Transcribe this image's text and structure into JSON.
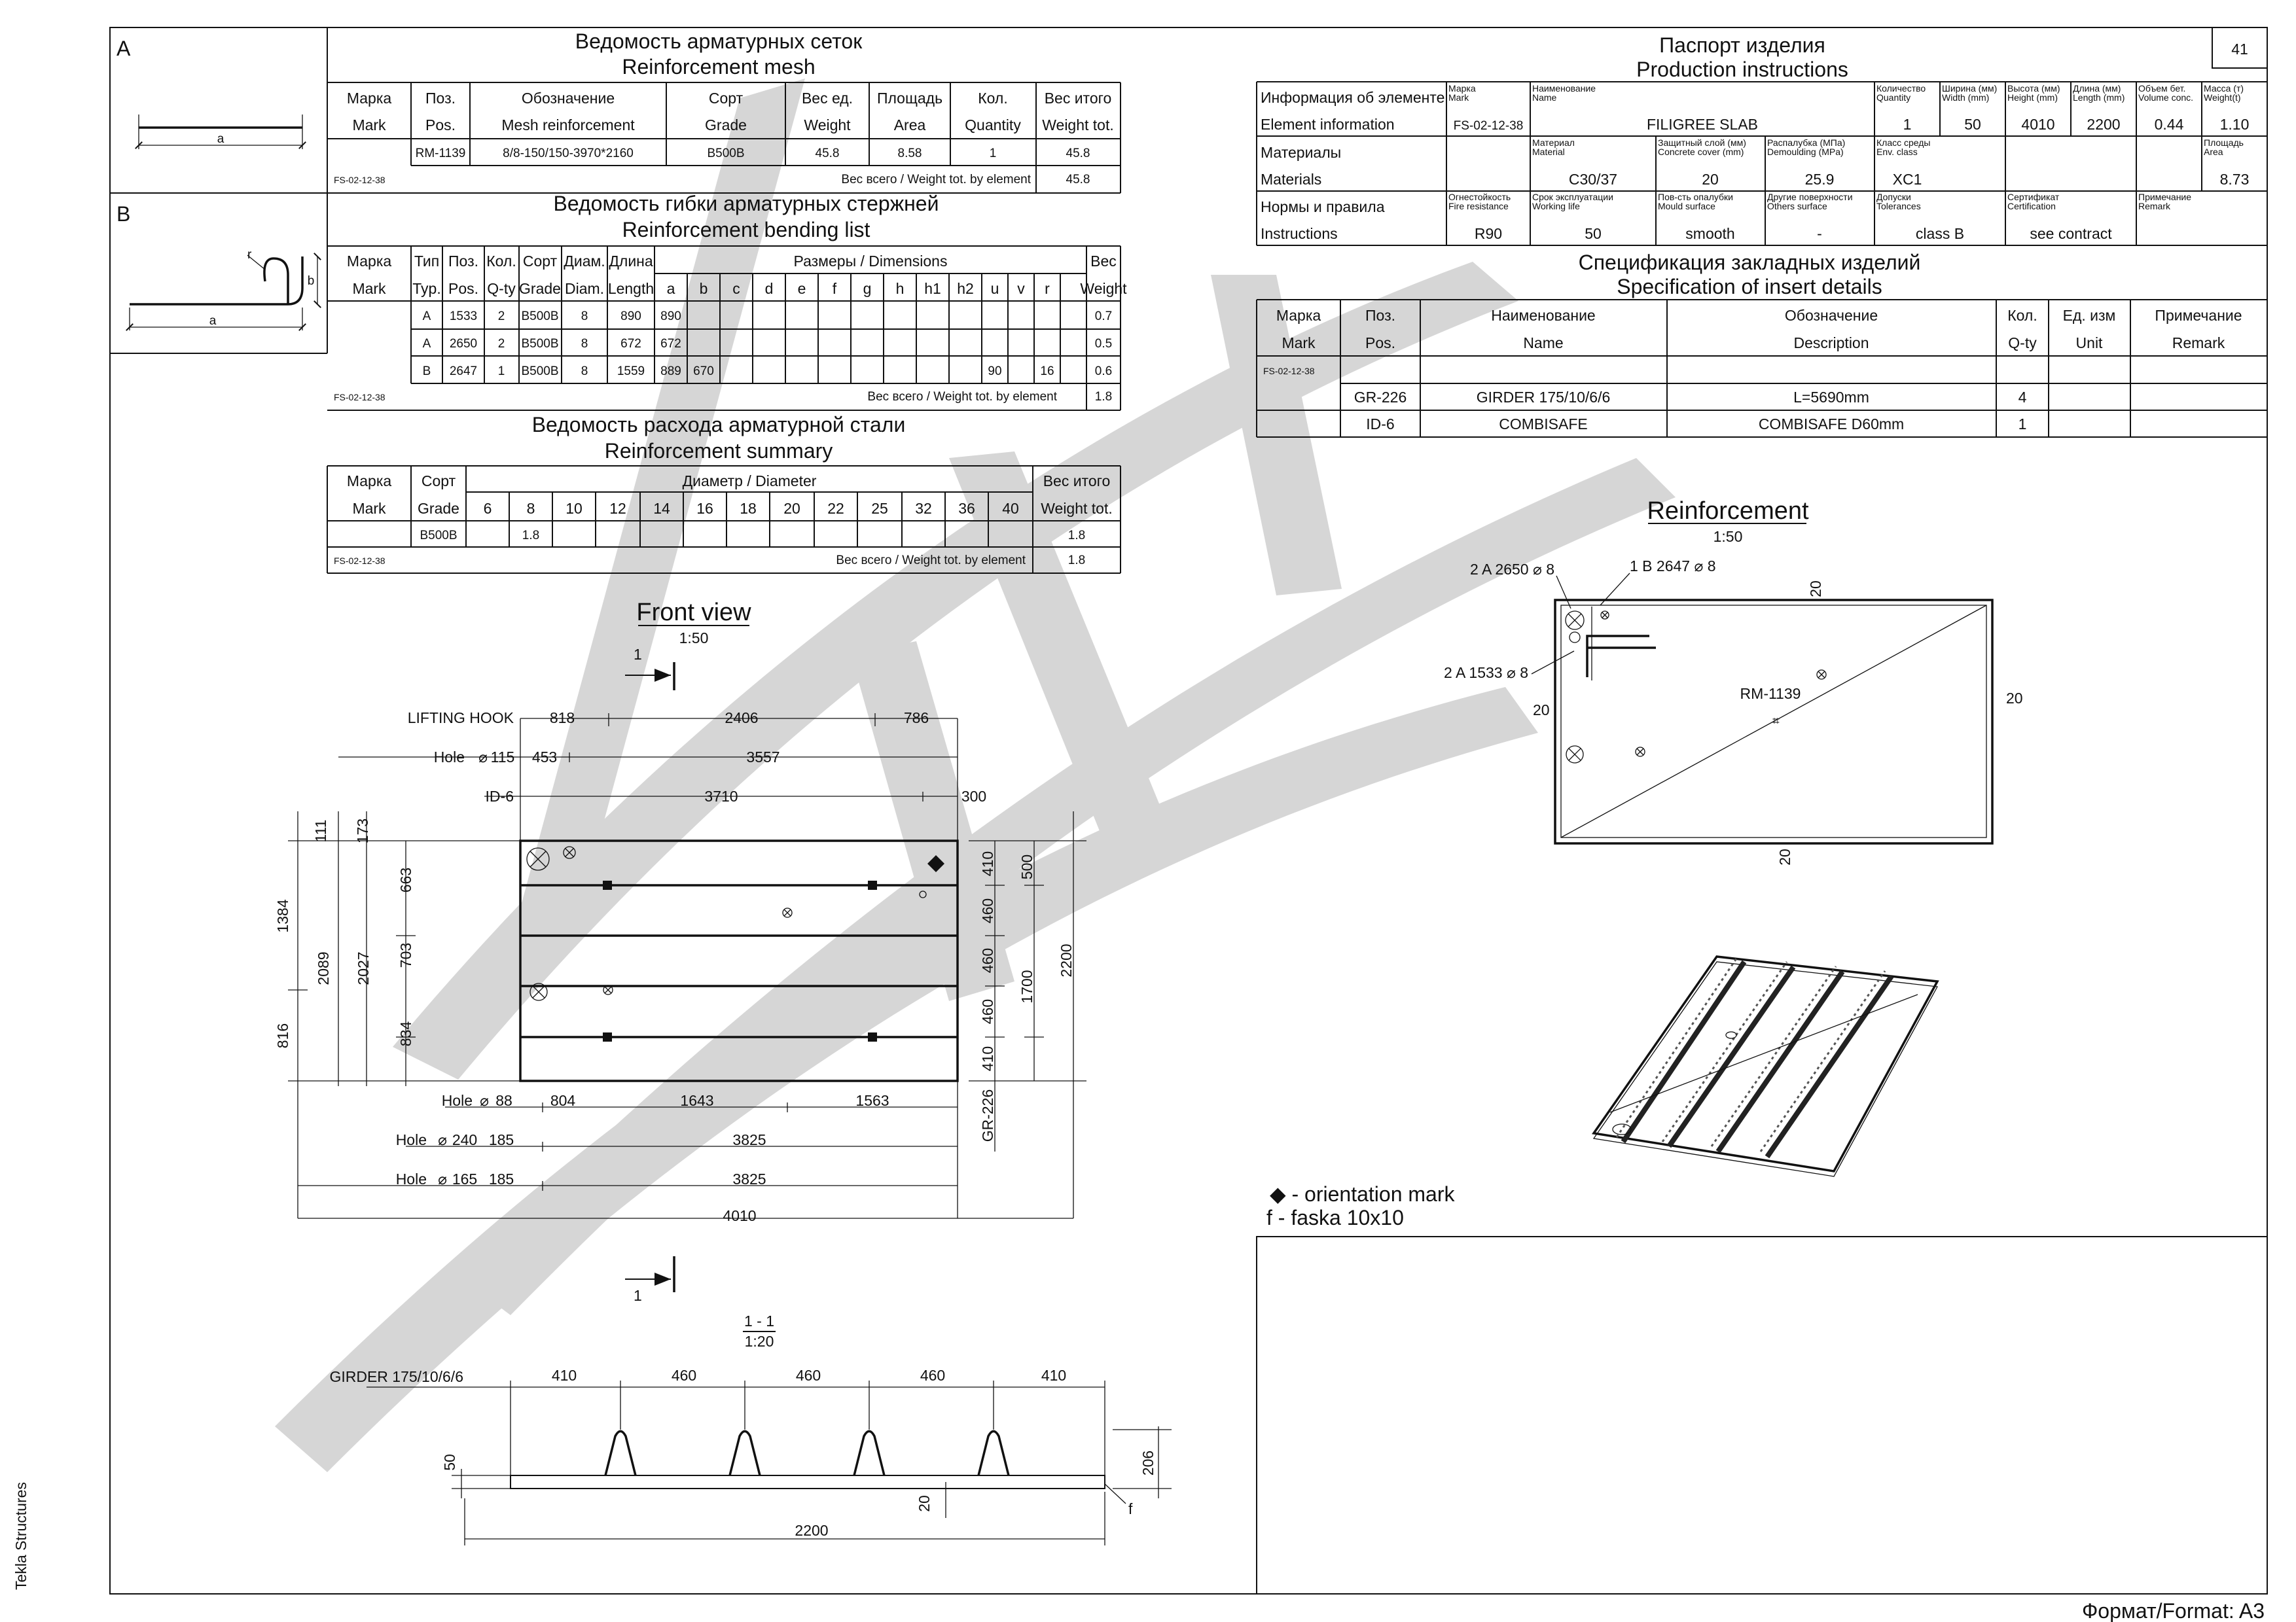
{
  "sheet": {
    "number": "41",
    "format": "Формат/Format: A3",
    "software": "Tekla Structures"
  },
  "shape_a": {
    "letter": "A",
    "dim_a": "a"
  },
  "shape_b": {
    "letter": "B",
    "dim_a": "a",
    "dim_b": "b",
    "dim_r": "r"
  },
  "mesh": {
    "title_ru": "Ведомость арматурных сеток",
    "title_en": "Reinforcement mesh",
    "headers": [
      [
        "Марка",
        "Mark"
      ],
      [
        "Поз.",
        "Pos."
      ],
      [
        "Обозначение",
        "Mesh reinforcement"
      ],
      [
        "Сорт",
        "Grade"
      ],
      [
        "Вес ед.",
        "Weight"
      ],
      [
        "Площадь",
        "Area"
      ],
      [
        "Кол.",
        "Quantity"
      ],
      [
        "Вес итого",
        "Weight tot."
      ]
    ],
    "row": [
      "RM-1139",
      "8/8-150/150-3970*2160",
      "B500B",
      "45.8",
      "8.58",
      "1",
      "45.8"
    ],
    "mark": "FS-02-12-38",
    "total_label": "Вес всего / Weight tot. by element",
    "total": "45.8"
  },
  "bending": {
    "title_ru": "Ведомость гибки арматурных стержней",
    "title_en": "Reinforcement bending list",
    "headers_top": [
      "Марка",
      "Тип",
      "Поз.",
      "Кол.",
      "Сорт",
      "Диам.",
      "Длина",
      "Размеры / Dimensions",
      "Вес"
    ],
    "headers_bot": [
      "Mark",
      "Typ.",
      "Pos.",
      "Q-ty",
      "Grade",
      "Diam.",
      "Length"
    ],
    "dims": [
      "a",
      "b",
      "c",
      "d",
      "e",
      "f",
      "g",
      "h",
      "h1",
      "h2",
      "u",
      "v",
      "r"
    ],
    "weight_label": "Weight",
    "rows": [
      {
        "typ": "A",
        "pos": "1533",
        "qty": "2",
        "grade": "B500B",
        "diam": "8",
        "len": "890",
        "a": "890",
        "b": "",
        "u": "",
        "r": "",
        "w": "0.7"
      },
      {
        "typ": "A",
        "pos": "2650",
        "qty": "2",
        "grade": "B500B",
        "diam": "8",
        "len": "672",
        "a": "672",
        "b": "",
        "u": "",
        "r": "",
        "w": "0.5"
      },
      {
        "typ": "B",
        "pos": "2647",
        "qty": "1",
        "grade": "B500B",
        "diam": "8",
        "len": "1559",
        "a": "889",
        "b": "670",
        "u": "90",
        "r": "16",
        "w": "0.6"
      }
    ],
    "mark": "FS-02-12-38",
    "total_label": "Вес всего / Weight tot. by element",
    "total": "1.8"
  },
  "summary": {
    "title_ru": "Ведомость расхода арматурной стали",
    "title_en": "Reinforcement summary",
    "h_mark": [
      "Марка",
      "Mark"
    ],
    "h_grade": [
      "Сорт",
      "Grade"
    ],
    "h_diam": "Диаметр / Diameter",
    "h_tot": [
      "Вес итого",
      "Weight tot."
    ],
    "diameters": [
      "6",
      "8",
      "10",
      "12",
      "14",
      "16",
      "18",
      "20",
      "22",
      "25",
      "32",
      "36",
      "40"
    ],
    "grade": "B500B",
    "value_d8": "1.8",
    "row_total": "1.8",
    "mark": "FS-02-12-38",
    "total_label": "Вес всего / Weight tot. by element",
    "total": "1.8"
  },
  "passport": {
    "title_ru": "Паспорт изделия",
    "title_en": "Production instructions",
    "r1_label_ru": "Информация об элементе",
    "r1_label_en": "Element information",
    "r1_heads": [
      [
        "Марка",
        "Mark"
      ],
      [
        "Наименование",
        "Name"
      ],
      [
        "Количество",
        "Quantity"
      ],
      [
        "Ширина (мм)",
        "Width (mm)"
      ],
      [
        "Высота (мм)",
        "Height (mm)"
      ],
      [
        "Длина (мм)",
        "Length (mm)"
      ],
      [
        "Объем бет.",
        "Volume conc."
      ],
      [
        "Масса (т)",
        "Weight(t)"
      ]
    ],
    "r1_vals": [
      "FS-02-12-38",
      "FILIGREE SLAB",
      "1",
      "50",
      "4010",
      "2200",
      "0.44",
      "1.10"
    ],
    "r2_label_ru": "Материалы",
    "r2_label_en": "Materials",
    "r2_heads": [
      [
        "Материал",
        "Material"
      ],
      [
        "Защитный слой (мм)",
        "Concrete cover (mm)"
      ],
      [
        "Распалубка (МПа)",
        "Demoulding (MPa)"
      ],
      [
        "Класс среды",
        "Env. class"
      ],
      [
        "Площадь",
        "Area"
      ]
    ],
    "r2_vals": [
      "C30/37",
      "20",
      "25.9",
      "XC1",
      "8.73"
    ],
    "r3_label_ru": "Нормы и правила",
    "r3_label_en": "Instructions",
    "r3_heads": [
      [
        "Огнестойкость",
        "Fire resistance"
      ],
      [
        "Срок эксплуатации",
        "Working life"
      ],
      [
        "Пов-сть опалубки",
        "Mould surface"
      ],
      [
        "Другие поверхности",
        "Others surface"
      ],
      [
        "Допуски",
        "Tolerances"
      ],
      [
        "Сертификат",
        "Certification"
      ],
      [
        "Примечание",
        "Remark"
      ]
    ],
    "r3_vals": [
      "R90",
      "50",
      "smooth",
      "-",
      "class B",
      "see contract",
      ""
    ]
  },
  "inserts": {
    "title_ru": "Спецификация закладных изделий",
    "title_en": "Specification of insert details",
    "headers": [
      [
        "Марка",
        "Mark"
      ],
      [
        "Поз.",
        "Pos."
      ],
      [
        "Наименование",
        "Name"
      ],
      [
        "Обозначение",
        "Description"
      ],
      [
        "Кол.",
        "Q-ty"
      ],
      [
        "Ед. изм",
        "Unit"
      ],
      [
        "Примечание",
        "Remark"
      ]
    ],
    "mark": "FS-02-12-38",
    "rows": [
      [
        "GR-226",
        "GIRDER 175/10/6/6",
        "L=5690mm",
        "4",
        "",
        ""
      ],
      [
        "ID-6",
        "COMBISAFE",
        "COMBISAFE D60mm",
        "1",
        "",
        ""
      ]
    ]
  },
  "front_view": {
    "title": "Front view",
    "scale": "1:50",
    "cut": "1",
    "labels": {
      "lifting_hook": "LIFTING HOOK",
      "hole115": "Hole",
      "hole115_d": "115",
      "id6": "ID-6",
      "hole88": "Hole",
      "hole88_d": "88",
      "hole240": "Hole",
      "hole240_d": "240",
      "hole165": "Hole",
      "hole165_d": "165",
      "gr226": "GR-226"
    },
    "dims": {
      "lh1": "818",
      "lh2": "2406",
      "lh3": "786",
      "h115a": "453",
      "h115b": "3557",
      "id6a": "3710",
      "id6b": "300",
      "h88a": "804",
      "h88b": "1643",
      "h88c": "1563",
      "h240a": "185",
      "h240b": "3825",
      "h165a": "185",
      "h165b": "3825",
      "total": "4010",
      "v111": "111",
      "v173": "173",
      "v1384": "1384",
      "v816": "816",
      "v2089": "2089",
      "v2027": "2027",
      "v663": "663",
      "v703": "703",
      "v834": "834",
      "r410a": "410",
      "r460a": "460",
      "r460b": "460",
      "r460c": "460",
      "r410b": "410",
      "r500": "500",
      "r1700": "1700",
      "r2200": "2200"
    }
  },
  "section": {
    "title": "1 - 1",
    "scale": "1:20",
    "girder": "GIRDER 175/10/6/6",
    "dims": {
      "a": "410",
      "b": "460",
      "c": "460",
      "d": "460",
      "e": "410",
      "thk": "50",
      "h": "206",
      "cover": "20",
      "w": "2200",
      "f": "f"
    }
  },
  "reinforcement": {
    "title": "Reinforcement",
    "scale": "1:50",
    "labels": {
      "bar_a2650": "2 A 2650 ⌀ 8",
      "bar_b2647": "1 B 2647 ⌀ 8",
      "bar_a1533": "2 A 1533 ⌀ 8",
      "mesh": "RM-1139"
    },
    "covers": [
      "20",
      "20",
      "20",
      "20"
    ]
  },
  "notes": {
    "orientation": "◆ - orientation mark",
    "faska": "f - faska 10x10"
  }
}
